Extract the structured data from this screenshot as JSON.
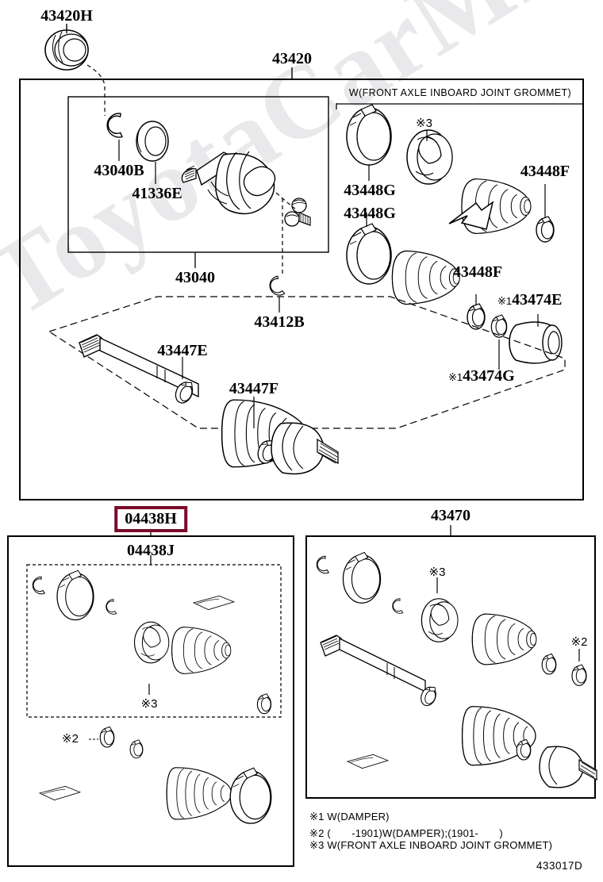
{
  "diagram": {
    "code": "433017D",
    "watermark": "ToyotaCarMir.ru"
  },
  "top_assembly": {
    "outer_label": "43420",
    "bearing_label": "43420H",
    "grommet_header": "W(FRONT AXLE INBOARD JOINT GROMMET)",
    "inner_kit_label": "43040",
    "parts": [
      {
        "id": "snap-ring",
        "label": "43040B"
      },
      {
        "id": "oil-seal",
        "label": "41336E"
      },
      {
        "id": "spider-snap-ring",
        "label": "43412B"
      },
      {
        "id": "boot-clamp-large",
        "label": "43447E"
      },
      {
        "id": "boot-clamp-small",
        "label": "43447F"
      },
      {
        "id": "grommet-clamp-a",
        "label": "43448G"
      },
      {
        "id": "grommet-clamp-b",
        "label": "43448G"
      },
      {
        "id": "grommet-clamp-c",
        "label": "43448F"
      },
      {
        "id": "grommet-clamp-d",
        "label": "43448F"
      },
      {
        "id": "damper-ring",
        "label": "43474E",
        "marker": "※1"
      },
      {
        "id": "damper-clamp",
        "label": "43474G",
        "marker": "※1"
      },
      {
        "id": "grommet-boot",
        "marker": "※3"
      }
    ]
  },
  "bottom_left_kit": {
    "highlighted_label": "04438H",
    "inner_label": "04438J",
    "markers": [
      "※3",
      "※2"
    ]
  },
  "bottom_right_kit": {
    "label": "43470",
    "markers": [
      "※3",
      "※2",
      "※2"
    ]
  },
  "footnotes": [
    "※1 W(DAMPER)",
    "※2 (　　-1901)W(DAMPER);(1901-　　)",
    "※3 W(FRONT AXLE INBOARD JOINT GROMMET)"
  ]
}
